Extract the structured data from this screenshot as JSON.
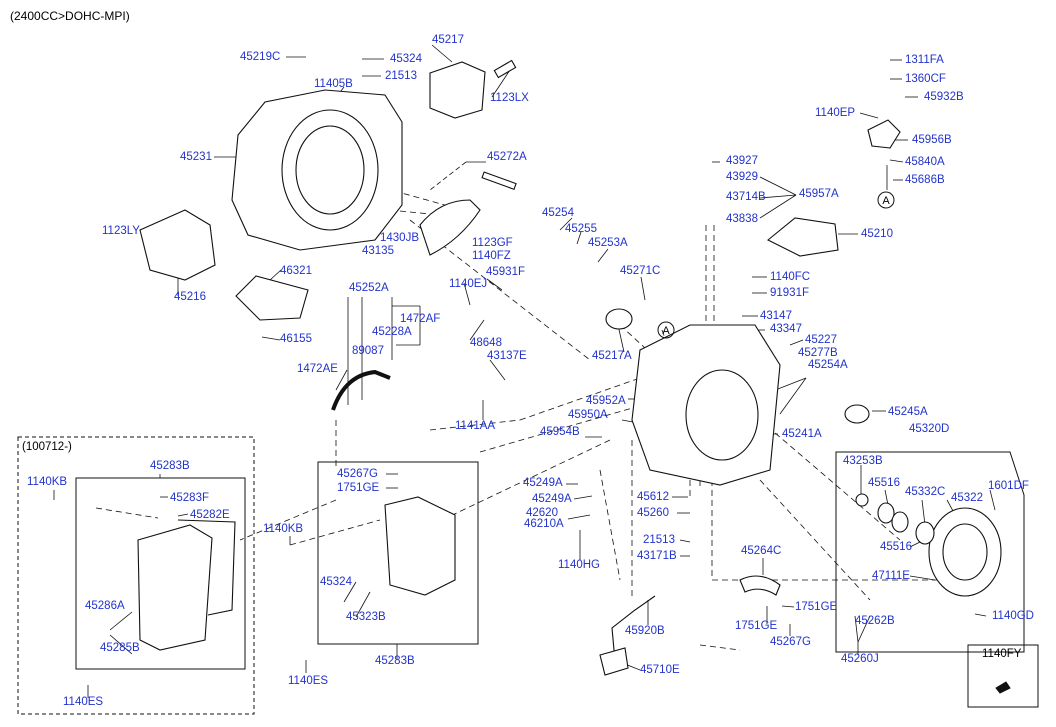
{
  "header": "(2400CC>DOHC-MPI)",
  "variant_box_label": "(100712-)",
  "fy_box_label": "1140FY",
  "circle_ref": "A",
  "labels": {
    "l45219C": "45219C",
    "l45324a": "45324",
    "l45217": "45217",
    "l21513a": "21513",
    "l11405B": "11405B",
    "l1123LX": "1123LX",
    "l45231": "45231",
    "l45272A": "45272A",
    "l1123LY": "1123LY",
    "l1430JB": "1430JB",
    "l43135": "43135",
    "l1123GF": "1123GF",
    "l1140FZ": "1140FZ",
    "l45216": "45216",
    "l46321": "46321",
    "l46155": "46155",
    "l45252A": "45252A",
    "l1472AF": "1472AF",
    "l45228A": "45228A",
    "l89087": "89087",
    "l1472AE": "1472AE",
    "l45254": "45254",
    "l45255": "45255",
    "l45253A": "45253A",
    "l1140EJ": "1140EJ",
    "l45931F": "45931F",
    "l48648": "48648",
    "l43137E": "43137E",
    "l1141AA": "1141AA",
    "l45271C": "45271C",
    "l45217A": "45217A",
    "l45952A": "45952A",
    "l45950A": "45950A",
    "l45954B": "45954B",
    "l43927": "43927",
    "l43929": "43929",
    "l43714B": "43714B",
    "l45957A": "45957A",
    "l43838": "43838",
    "l45210": "45210",
    "l1140FC": "1140FC",
    "l91931F": "91931F",
    "l43147": "43147",
    "l43347": "43347",
    "l45227": "45227",
    "l45277B": "45277B",
    "l45254A": "45254A",
    "l45245A": "45245A",
    "l45241A": "45241A",
    "l45320D": "45320D",
    "l1311FA": "1311FA",
    "l1360CF": "1360CF",
    "l45932B": "45932B",
    "l1140EP": "1140EP",
    "l45956B": "45956B",
    "l45840A": "45840A",
    "l45686B": "45686B",
    "l45283Ba": "45283B",
    "l1140KBa": "1140KB",
    "l45283F": "45283F",
    "l45282E": "45282E",
    "l45286A": "45286A",
    "l45285B": "45285B",
    "l1140ES": "1140ES",
    "l45267Ga": "45267G",
    "l1751GEa": "1751GE",
    "l1140KBb": "1140KB",
    "l45324b": "45324",
    "l45323B": "45323B",
    "l45283Bb": "45283B",
    "l1140ESb": "1140ES",
    "l45249Aa": "45249A",
    "l45249Ab": "45249A",
    "l42620": "42620",
    "l46210A": "46210A",
    "l1140HG": "1140HG",
    "l45612": "45612",
    "l45260": "45260",
    "l21513b": "21513",
    "l43171B": "43171B",
    "l45264C": "45264C",
    "l45920B": "45920B",
    "l45710E": "45710E",
    "l1751GEb": "1751GE",
    "l1751GEc": "1751GE",
    "l45267Gb": "45267G",
    "l43253B": "43253B",
    "l45516a": "45516",
    "l45332C": "45332C",
    "l45322": "45322",
    "l1601DF": "1601DF",
    "l45516b": "45516",
    "l47111E": "47111E",
    "l1140GD": "1140GD",
    "l45262B": "45262B",
    "l45260J": "45260J"
  }
}
